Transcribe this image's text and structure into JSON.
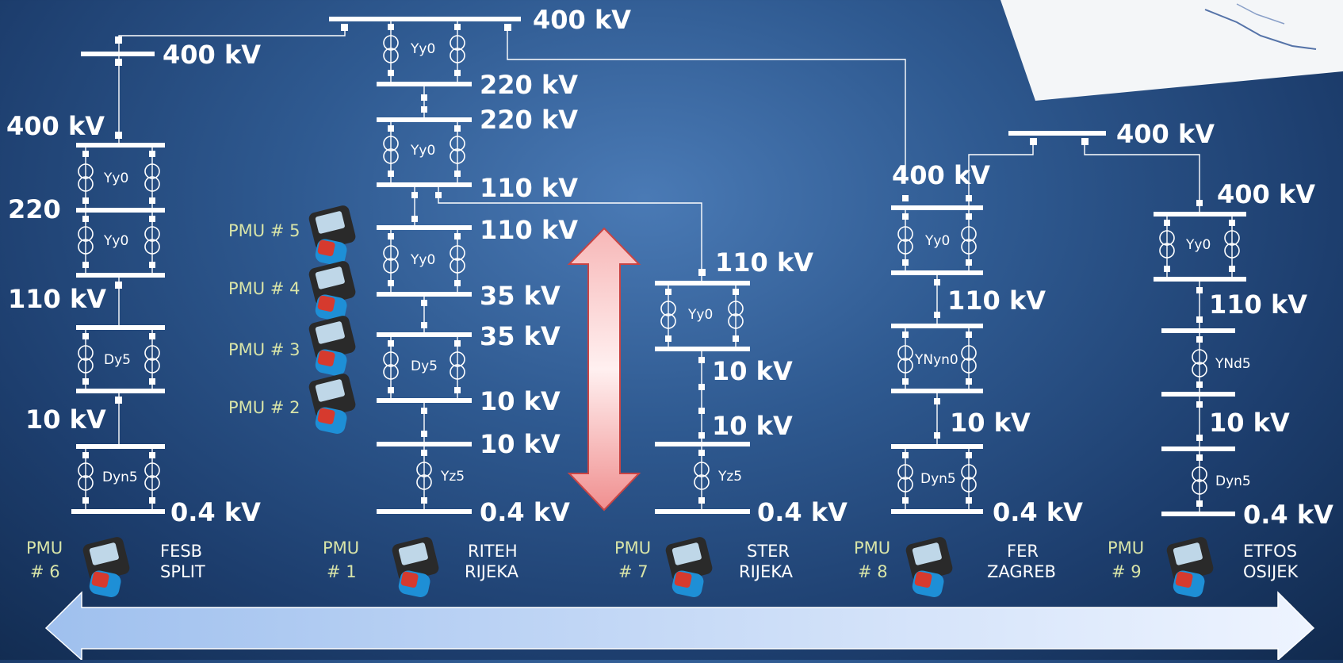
{
  "colors": {
    "line": "#ffffff",
    "pmu_text": "#d8e4a8",
    "arrow_red": "#f3a9a9",
    "arrow_blue": "#b9d1f2"
  },
  "columns": {
    "fesb": {
      "pmu_label": [
        "PMU",
        "# 6"
      ],
      "site": [
        "FESB",
        "SPLIT"
      ],
      "top_bus_label": "400 kV",
      "bus_labels": [
        "400 kV",
        "220",
        "110 kV",
        "10 kV",
        "0.4 kV"
      ],
      "transformers": [
        "Yy0",
        "Yy0",
        "Dy5",
        "Dyn5"
      ]
    },
    "riteh": {
      "pmu_label": [
        "PMU",
        "# 1"
      ],
      "site": [
        "RITEH",
        "RIJEKA"
      ],
      "bus_labels": [
        "400 kV",
        "220 kV",
        "220 kV",
        "110 kV",
        "110 kV",
        "35 kV",
        "35 kV",
        "10 kV",
        "10 kV",
        "0.4 kV"
      ],
      "transformers": [
        "Yy0",
        "Yy0",
        "Yy0",
        "Dy5",
        "Yz5"
      ],
      "pmu_side": [
        "PMU # 5",
        "PMU # 4",
        "PMU # 3",
        "PMU # 2"
      ]
    },
    "ster": {
      "pmu_label": [
        "PMU",
        "# 7"
      ],
      "site": [
        "STER",
        "RIJEKA"
      ],
      "bus_labels": [
        "110 kV",
        "10 kV",
        "10 kV",
        "0.4 kV"
      ],
      "transformers": [
        "Yy0",
        "Yz5"
      ]
    },
    "fer": {
      "pmu_label": [
        "PMU",
        "# 8"
      ],
      "site": [
        "FER",
        "ZAGREB"
      ],
      "bus_labels": [
        "400 kV",
        "110 kV",
        "10 kV",
        "0.4 kV"
      ],
      "transformers": [
        "Yy0",
        "YNyn0",
        "Dyn5"
      ]
    },
    "etfos": {
      "pmu_label": [
        "PMU",
        "# 9"
      ],
      "site": [
        "ETFOS",
        "OSIJEK"
      ],
      "bus_labels": [
        "400 kV",
        "400 kV",
        "110 kV",
        "10 kV",
        "0.4 kV"
      ],
      "transformers": [
        "Yy0",
        "YNd5",
        "Dyn5"
      ]
    }
  }
}
